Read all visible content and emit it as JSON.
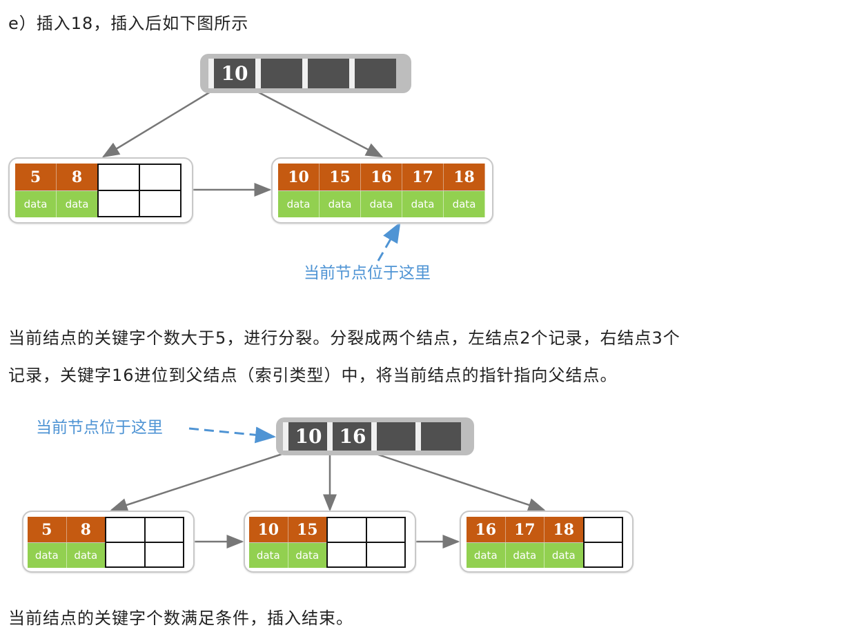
{
  "heading": "e）插入18，插入后如下图所示",
  "para1_line1": "当前结点的关键字个数大于5，进行分裂。分裂成两个结点，左结点2个记录，右结点3个",
  "para1_line2": "记录，关键字16进位到父结点（索引类型）中，将当前结点的指针指向父结点。",
  "conclusion": "当前结点的关键字个数满足条件，插入结束。",
  "data_label": "data",
  "colors": {
    "key": "#c55a11",
    "data": "#92d050",
    "root": "#505050",
    "note": "#4f94d4"
  },
  "diagram1": {
    "annotation": "当前节点位于这里",
    "root_keys": [
      "10",
      "",
      "",
      ""
    ],
    "leaves": [
      {
        "keys": [
          "5",
          "8"
        ],
        "capacity": 4
      },
      {
        "keys": [
          "10",
          "15",
          "16",
          "17",
          "18"
        ],
        "capacity": 5
      }
    ]
  },
  "diagram2": {
    "annotation": "当前节点位于这里",
    "root_keys": [
      "10",
      "16",
      "",
      ""
    ],
    "leaves": [
      {
        "keys": [
          "5",
          "8"
        ],
        "capacity": 4
      },
      {
        "keys": [
          "10",
          "15"
        ],
        "capacity": 4
      },
      {
        "keys": [
          "16",
          "17",
          "18"
        ],
        "capacity": 4
      }
    ]
  }
}
